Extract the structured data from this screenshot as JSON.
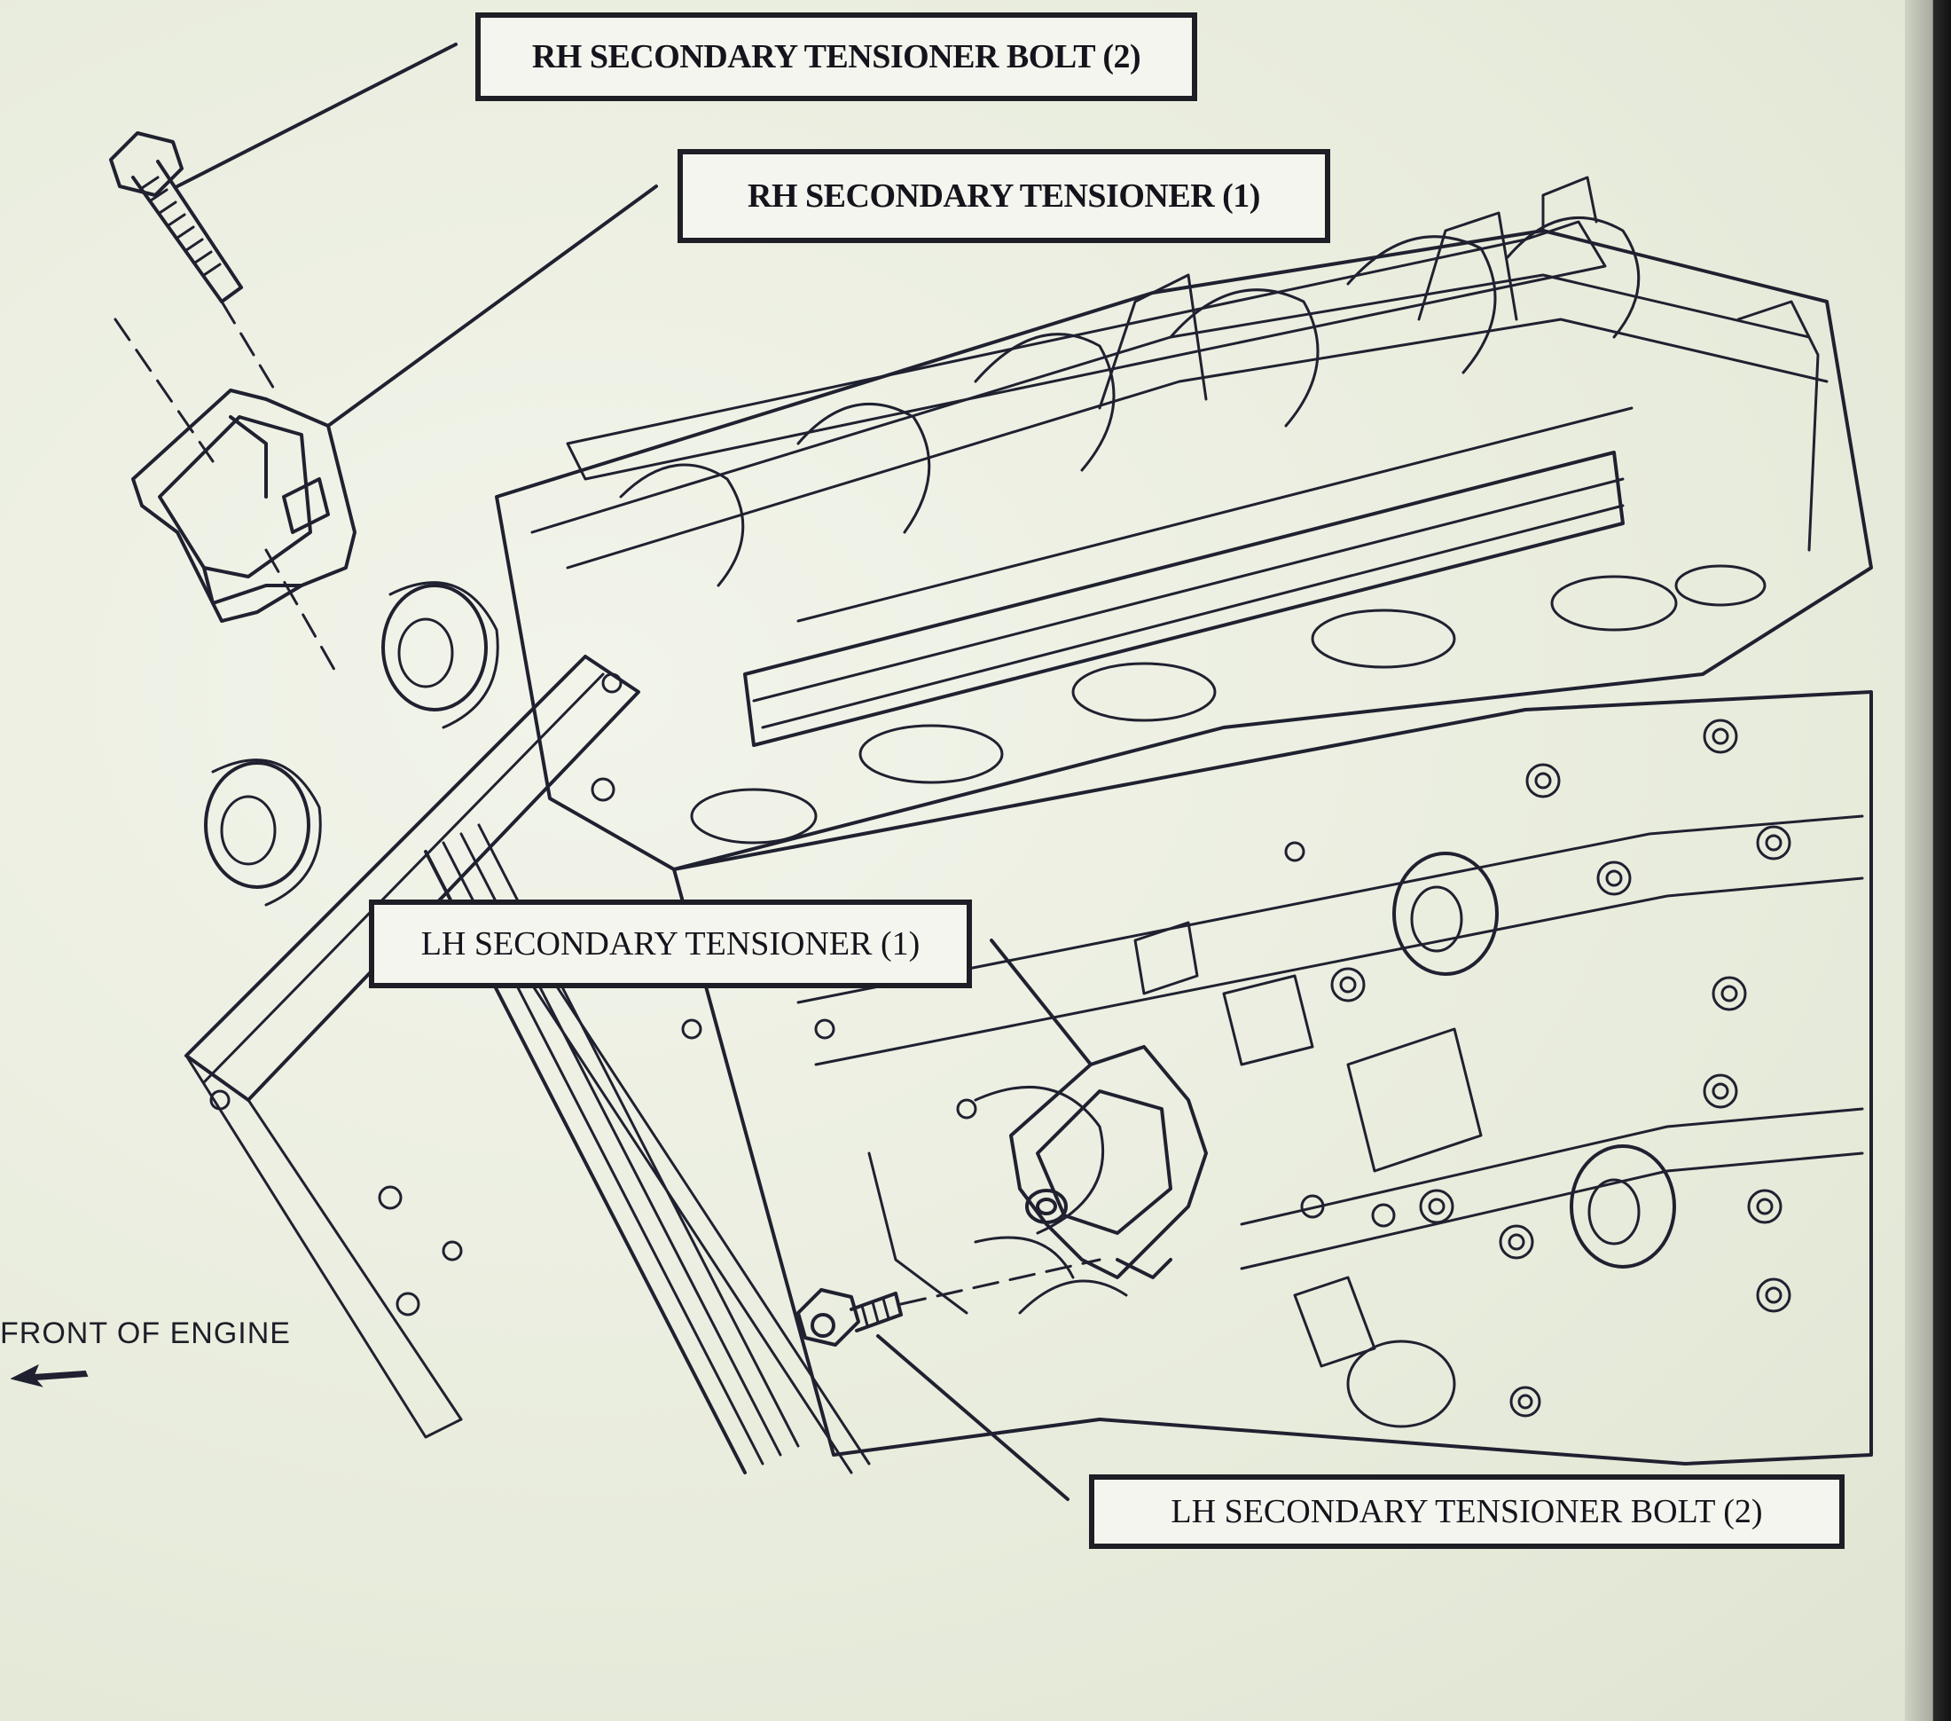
{
  "callouts": {
    "rh_bolt": "RH SECONDARY TENSIONER BOLT (2)",
    "rh_tensioner": "RH SECONDARY TENSIONER (1)",
    "lh_tensioner": "LH SECONDARY TENSIONER (1)",
    "lh_bolt": "LH SECONDARY TENSIONER BOLT (2)"
  },
  "direction_label": "FRONT OF ENGINE",
  "colors": {
    "line": "#1f2130",
    "paper": "#eef0e4",
    "box_fill": "#f4f5ee"
  },
  "icons": [
    "left-arrow-icon"
  ]
}
